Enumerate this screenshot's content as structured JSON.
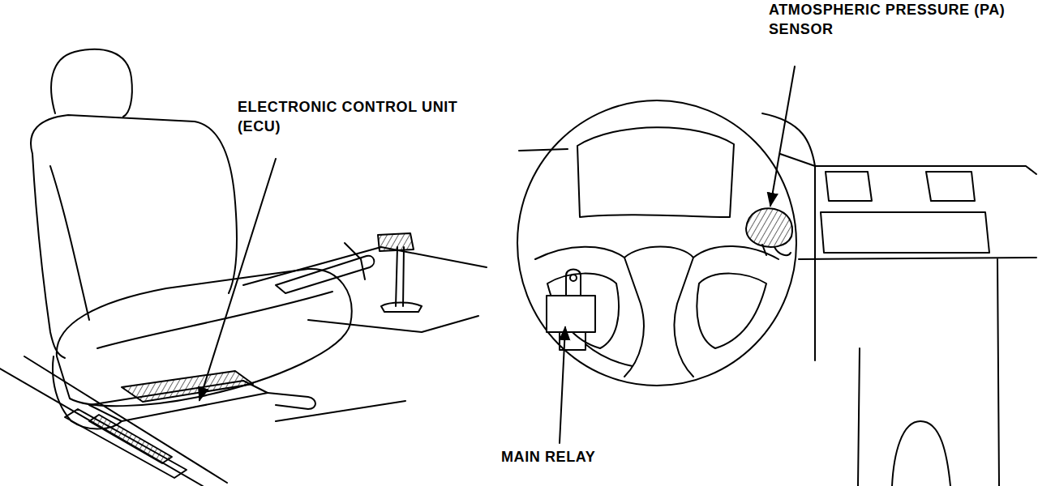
{
  "diagram": {
    "labels": [
      "ELECTRONIC CONTROL UNIT (ECU)",
      "ATMOSPHERIC PRESSURE (PA) SENSOR",
      "MAIN RELAY"
    ]
  }
}
